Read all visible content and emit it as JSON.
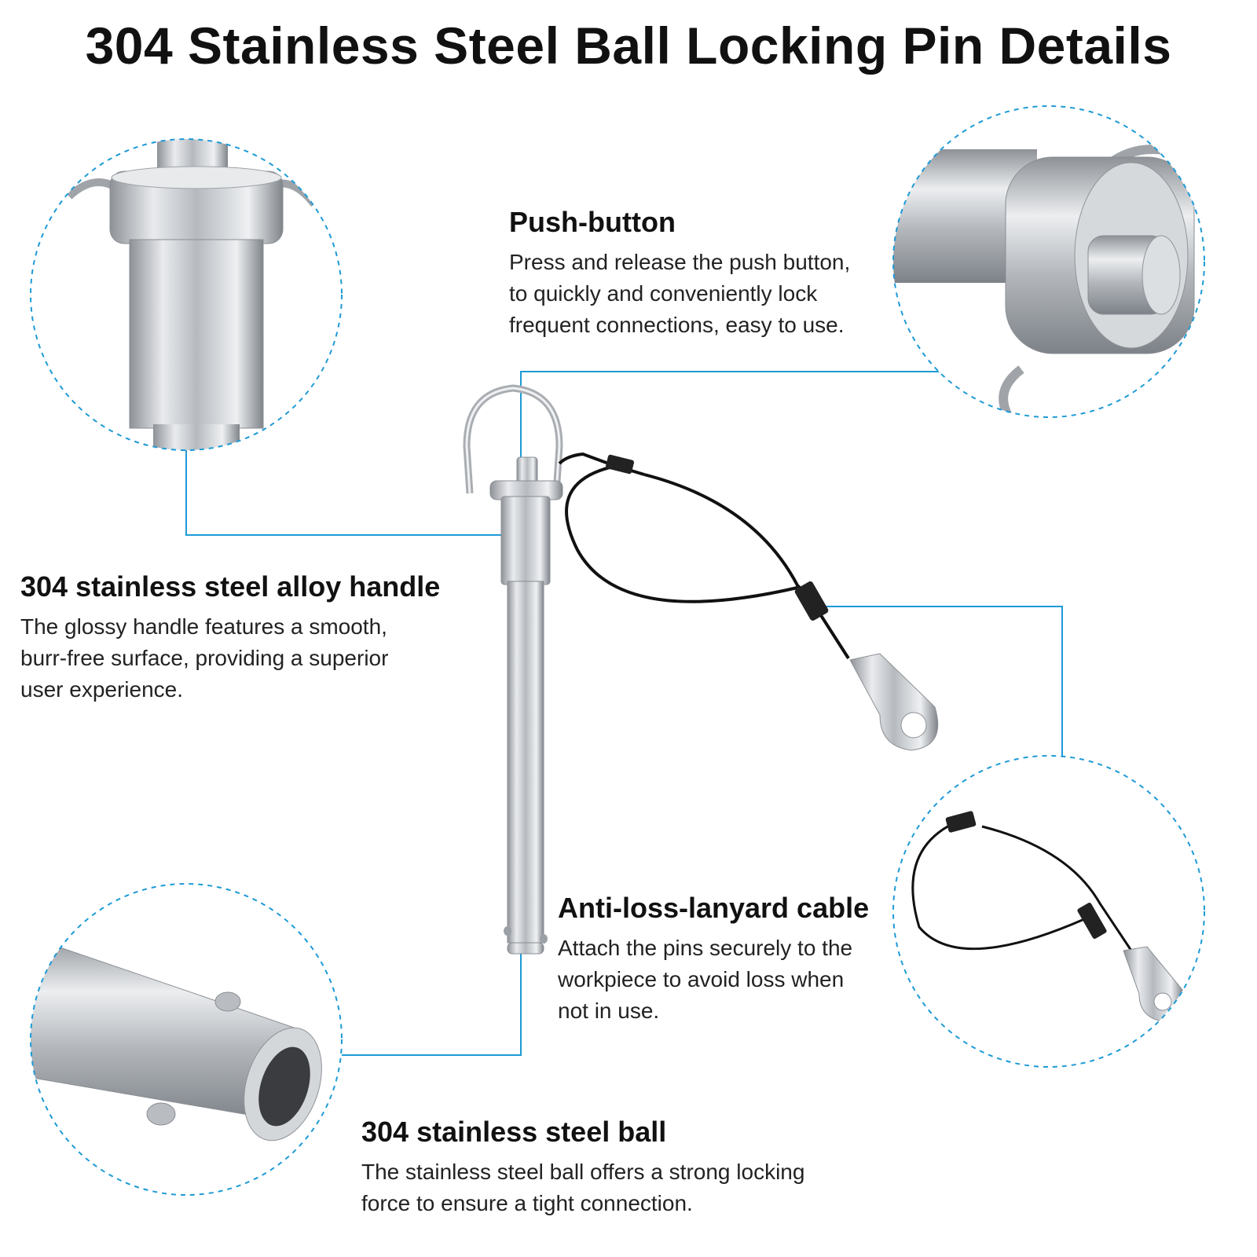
{
  "title": "304 Stainless Steel Ball Locking Pin Details",
  "callouts": {
    "push_button": {
      "heading": "Push-button",
      "lines": [
        "Press and release the push button,",
        "to quickly and conveniently lock",
        "frequent connections, easy to use."
      ]
    },
    "handle": {
      "heading": "304 stainless steel alloy handle",
      "lines": [
        "The glossy handle features a smooth,",
        "burr-free surface, providing a superior",
        "user experience."
      ]
    },
    "cable": {
      "heading": "Anti-loss-lanyard cable",
      "lines": [
        "Attach the pins securely to the",
        "workpiece to avoid loss when",
        "not in use."
      ]
    },
    "ball": {
      "heading": "304 stainless steel ball",
      "lines": [
        "The stainless steel ball offers a strong locking",
        "force to ensure a tight connection."
      ]
    }
  },
  "colors": {
    "leader_line": "#1e9ad6",
    "circle_border": "#1e9ad6",
    "steel": "#c9ccd0",
    "cable": "#111111"
  },
  "icons": [
    "ball-lock-pin-illustration",
    "handle-detail-view",
    "push-button-detail-view",
    "cable-detail-view",
    "ball-tip-detail-view"
  ]
}
